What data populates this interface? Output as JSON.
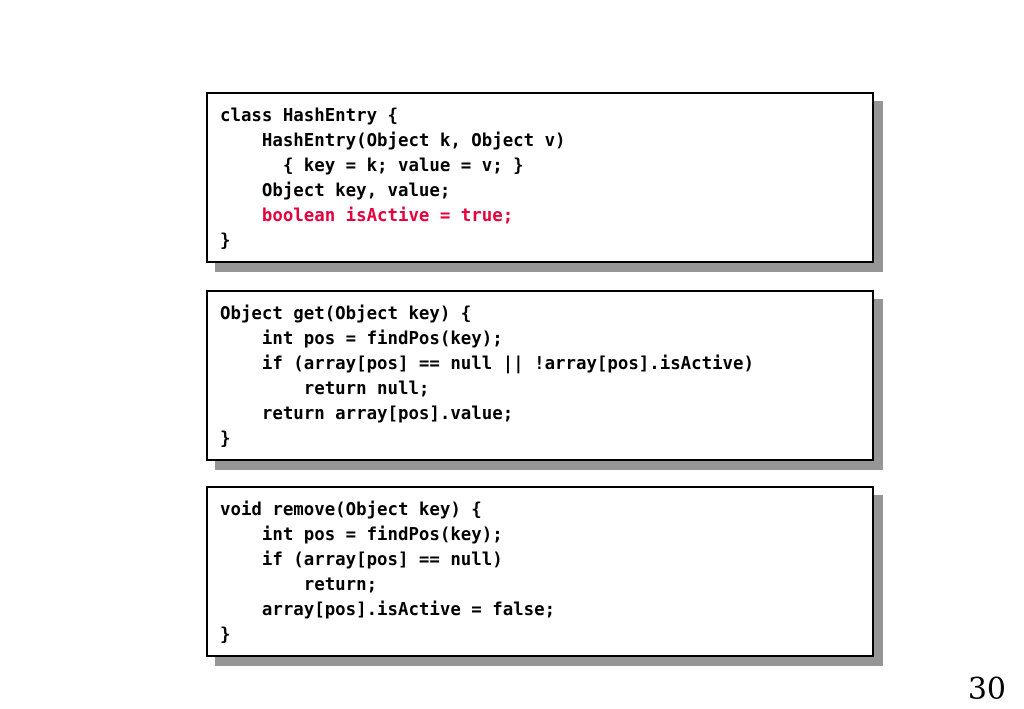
{
  "slide": {
    "page_number": "30",
    "background_color": "#ffffff",
    "accent_color": "#e6003c",
    "shadow_color": "#969696",
    "border_color": "#000000"
  },
  "code_blocks": [
    {
      "id": "hash-entry-class",
      "lines": [
        {
          "text": "class HashEntry {",
          "accent": false
        },
        {
          "text": "    HashEntry(Object k, Object v)",
          "accent": false
        },
        {
          "text": "      { key = k; value = v; }",
          "accent": false
        },
        {
          "text": "    Object key, value;",
          "accent": false
        },
        {
          "text": "    boolean isActive = true;",
          "accent": true
        },
        {
          "text": "}",
          "accent": false
        }
      ]
    },
    {
      "id": "get-method",
      "lines": [
        {
          "text": "Object get(Object key) {",
          "accent": false
        },
        {
          "text": "    int pos = findPos(key);",
          "accent": false
        },
        {
          "text": "    if (array[pos] == null || !array[pos].isActive)",
          "accent": false
        },
        {
          "text": "        return null;",
          "accent": false
        },
        {
          "text": "    return array[pos].value;",
          "accent": false
        },
        {
          "text": "}",
          "accent": false
        }
      ]
    },
    {
      "id": "remove-method",
      "lines": [
        {
          "text": "void remove(Object key) {",
          "accent": false
        },
        {
          "text": "    int pos = findPos(key);",
          "accent": false
        },
        {
          "text": "    if (array[pos] == null)",
          "accent": false
        },
        {
          "text": "        return;",
          "accent": false
        },
        {
          "text": "    array[pos].isActive = false;",
          "accent": false
        },
        {
          "text": "}",
          "accent": false
        }
      ]
    }
  ]
}
